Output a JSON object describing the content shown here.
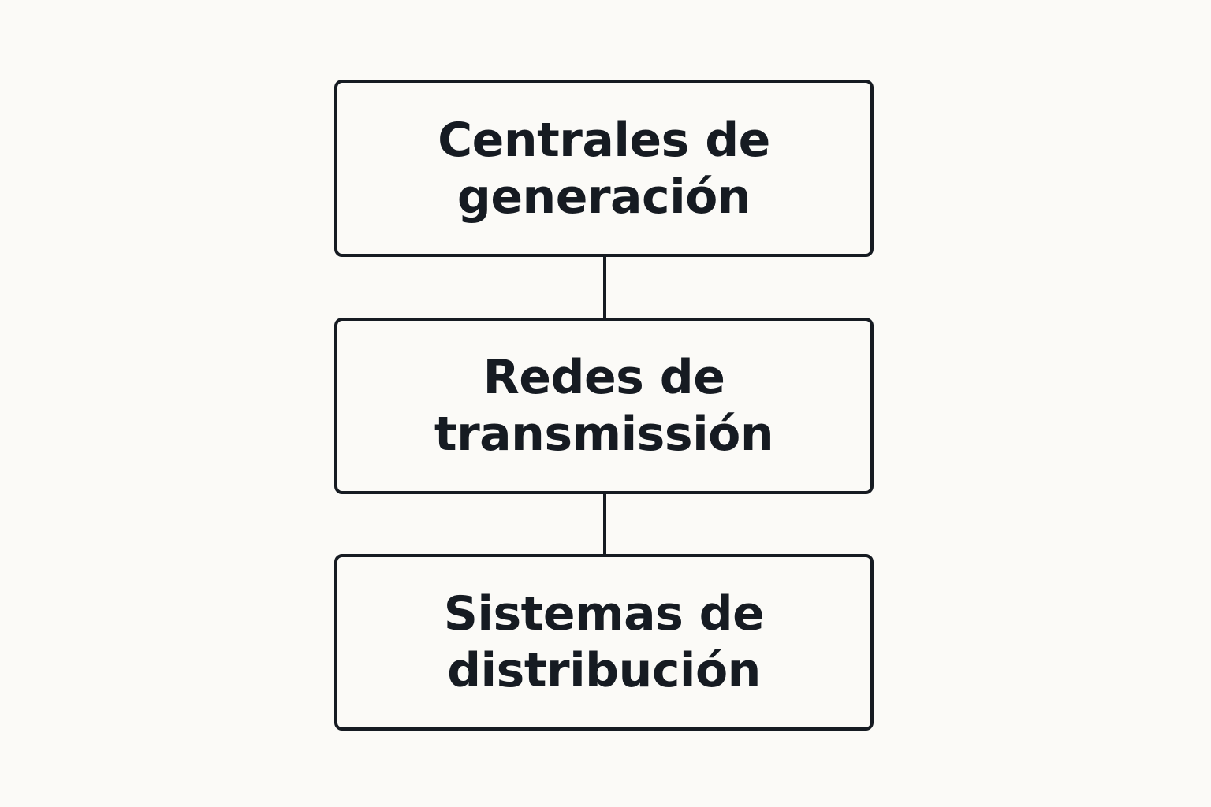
{
  "diagram": {
    "nodes": [
      {
        "lines": [
          "Centrales de",
          "generación"
        ]
      },
      {
        "lines": [
          "Redes de",
          "transmissión"
        ]
      },
      {
        "lines": [
          "Sistemas de",
          "distribución"
        ]
      }
    ],
    "edges": [
      {
        "from": 0,
        "to": 1
      },
      {
        "from": 1,
        "to": 2
      }
    ],
    "colors": {
      "background": "#fbfaf7",
      "stroke": "#161b22",
      "text": "#161b22"
    }
  }
}
